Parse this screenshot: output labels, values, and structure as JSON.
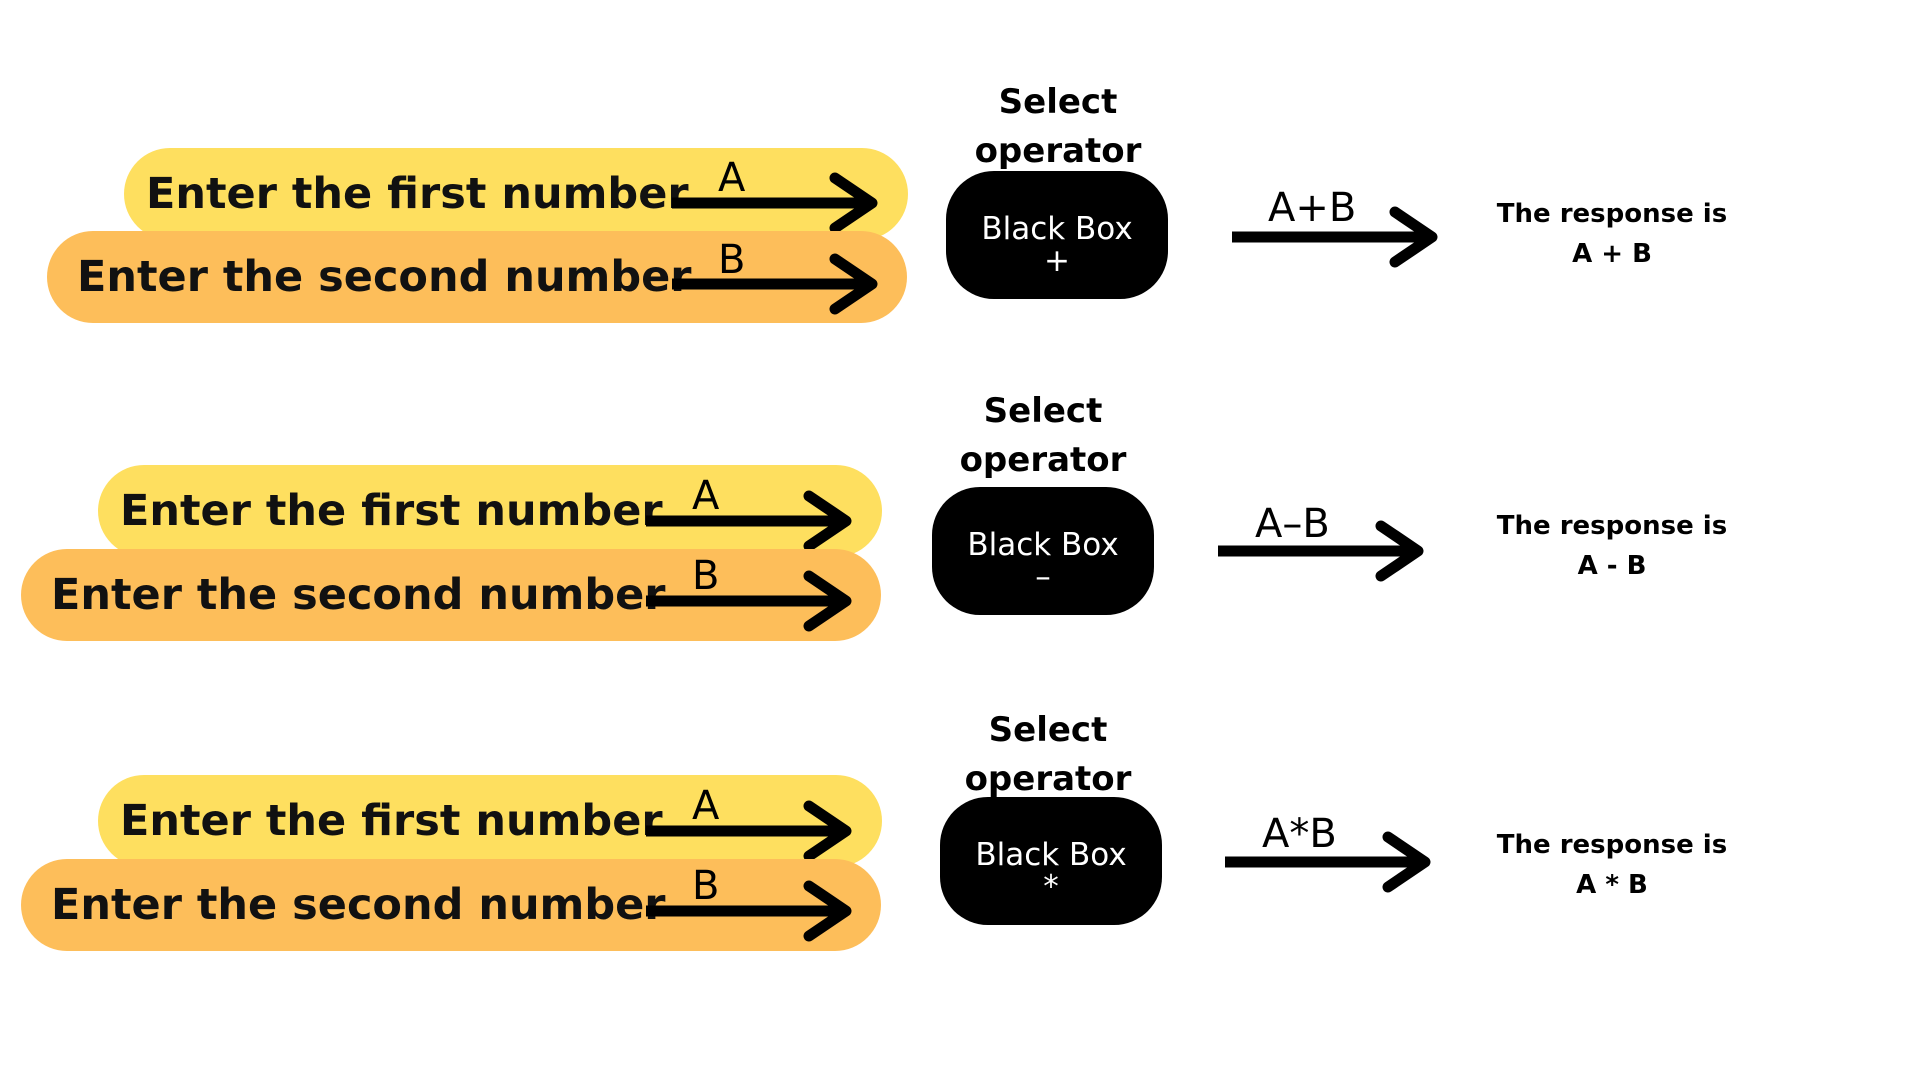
{
  "colors": {
    "first_pill": "#fedf5f",
    "second_pill": "#fdbe5a",
    "black_box": "#000000",
    "arrow": "#000000"
  },
  "rows": [
    {
      "first_input_label": "Enter the first number",
      "second_input_label": "Enter the second number",
      "arrow_a_label": "A",
      "arrow_b_label": "B",
      "select_title": "Select operator",
      "box_title": "Black Box",
      "box_operator": "+",
      "output_label": "A+B",
      "response_line1": "The response is",
      "response_line2": "A + B"
    },
    {
      "first_input_label": "Enter the first number",
      "second_input_label": "Enter the second number",
      "arrow_a_label": "A",
      "arrow_b_label": "B",
      "select_title": "Select operator",
      "box_title": "Black Box",
      "box_operator": "–",
      "output_label": "A–B",
      "response_line1": "The response is",
      "response_line2": "A - B"
    },
    {
      "first_input_label": "Enter the first number",
      "second_input_label": "Enter the second number",
      "arrow_a_label": "A",
      "arrow_b_label": "B",
      "select_title": "Select operator",
      "box_title": "Black Box",
      "box_operator": "*",
      "output_label": "A*B",
      "response_line1": "The response is",
      "response_line2": "A * B"
    }
  ]
}
